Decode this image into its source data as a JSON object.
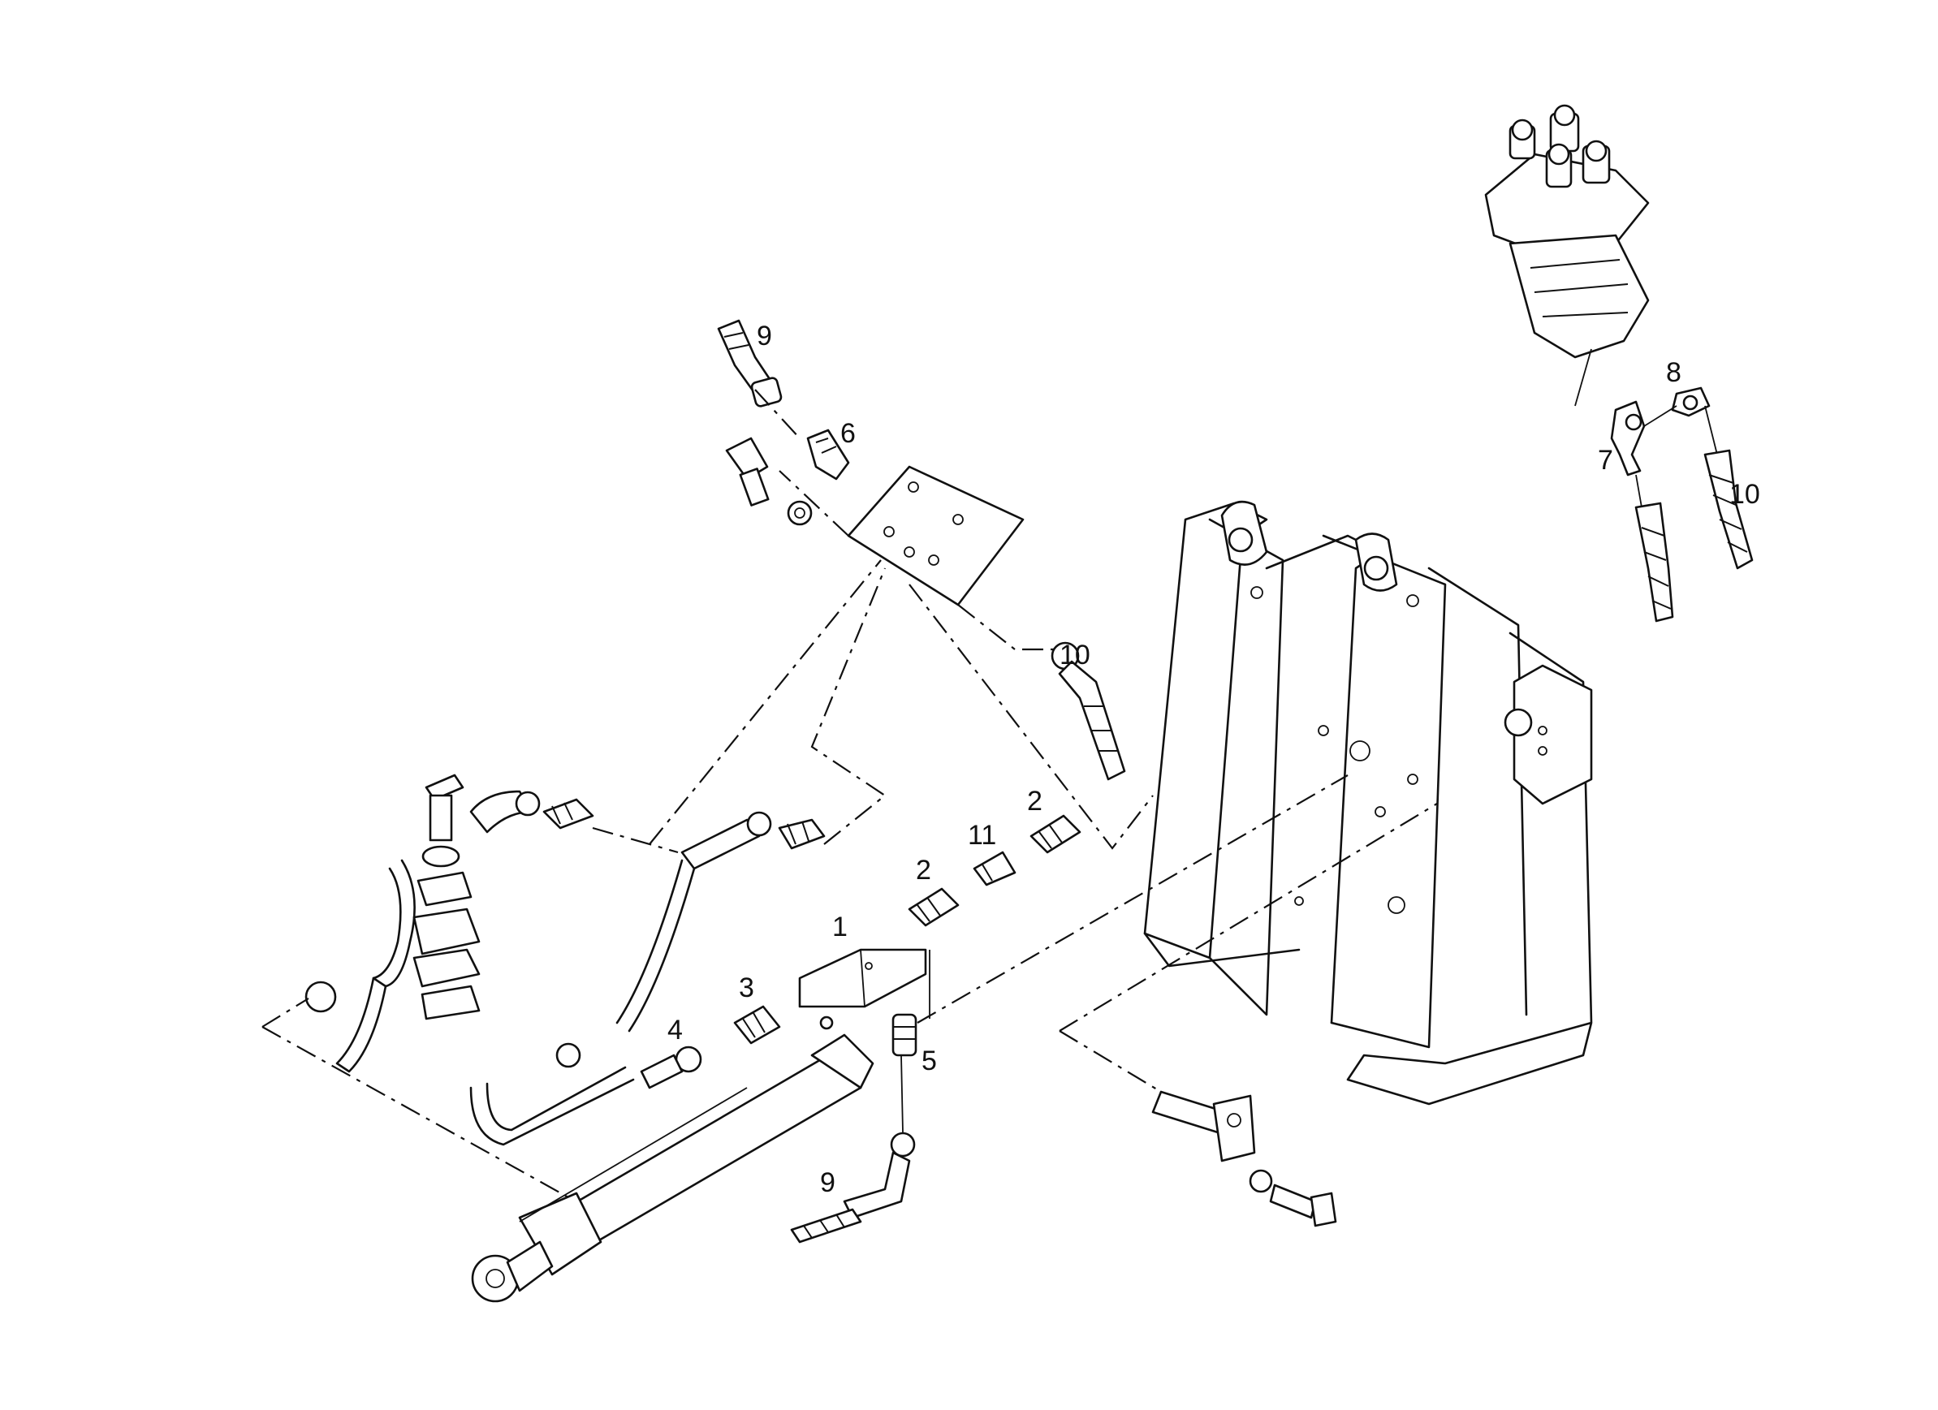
{
  "colors": {
    "ink": "#111111",
    "paper": "#ffffff"
  },
  "callouts": {
    "c1": "1",
    "c2a": "2",
    "c2b": "2",
    "c3": "3",
    "c4": "4",
    "c5": "5",
    "c6": "6",
    "c7": "7",
    "c8": "8",
    "c9a": "9",
    "c9b": "9",
    "c10a": "10",
    "c10b": "10",
    "c11": "11"
  }
}
